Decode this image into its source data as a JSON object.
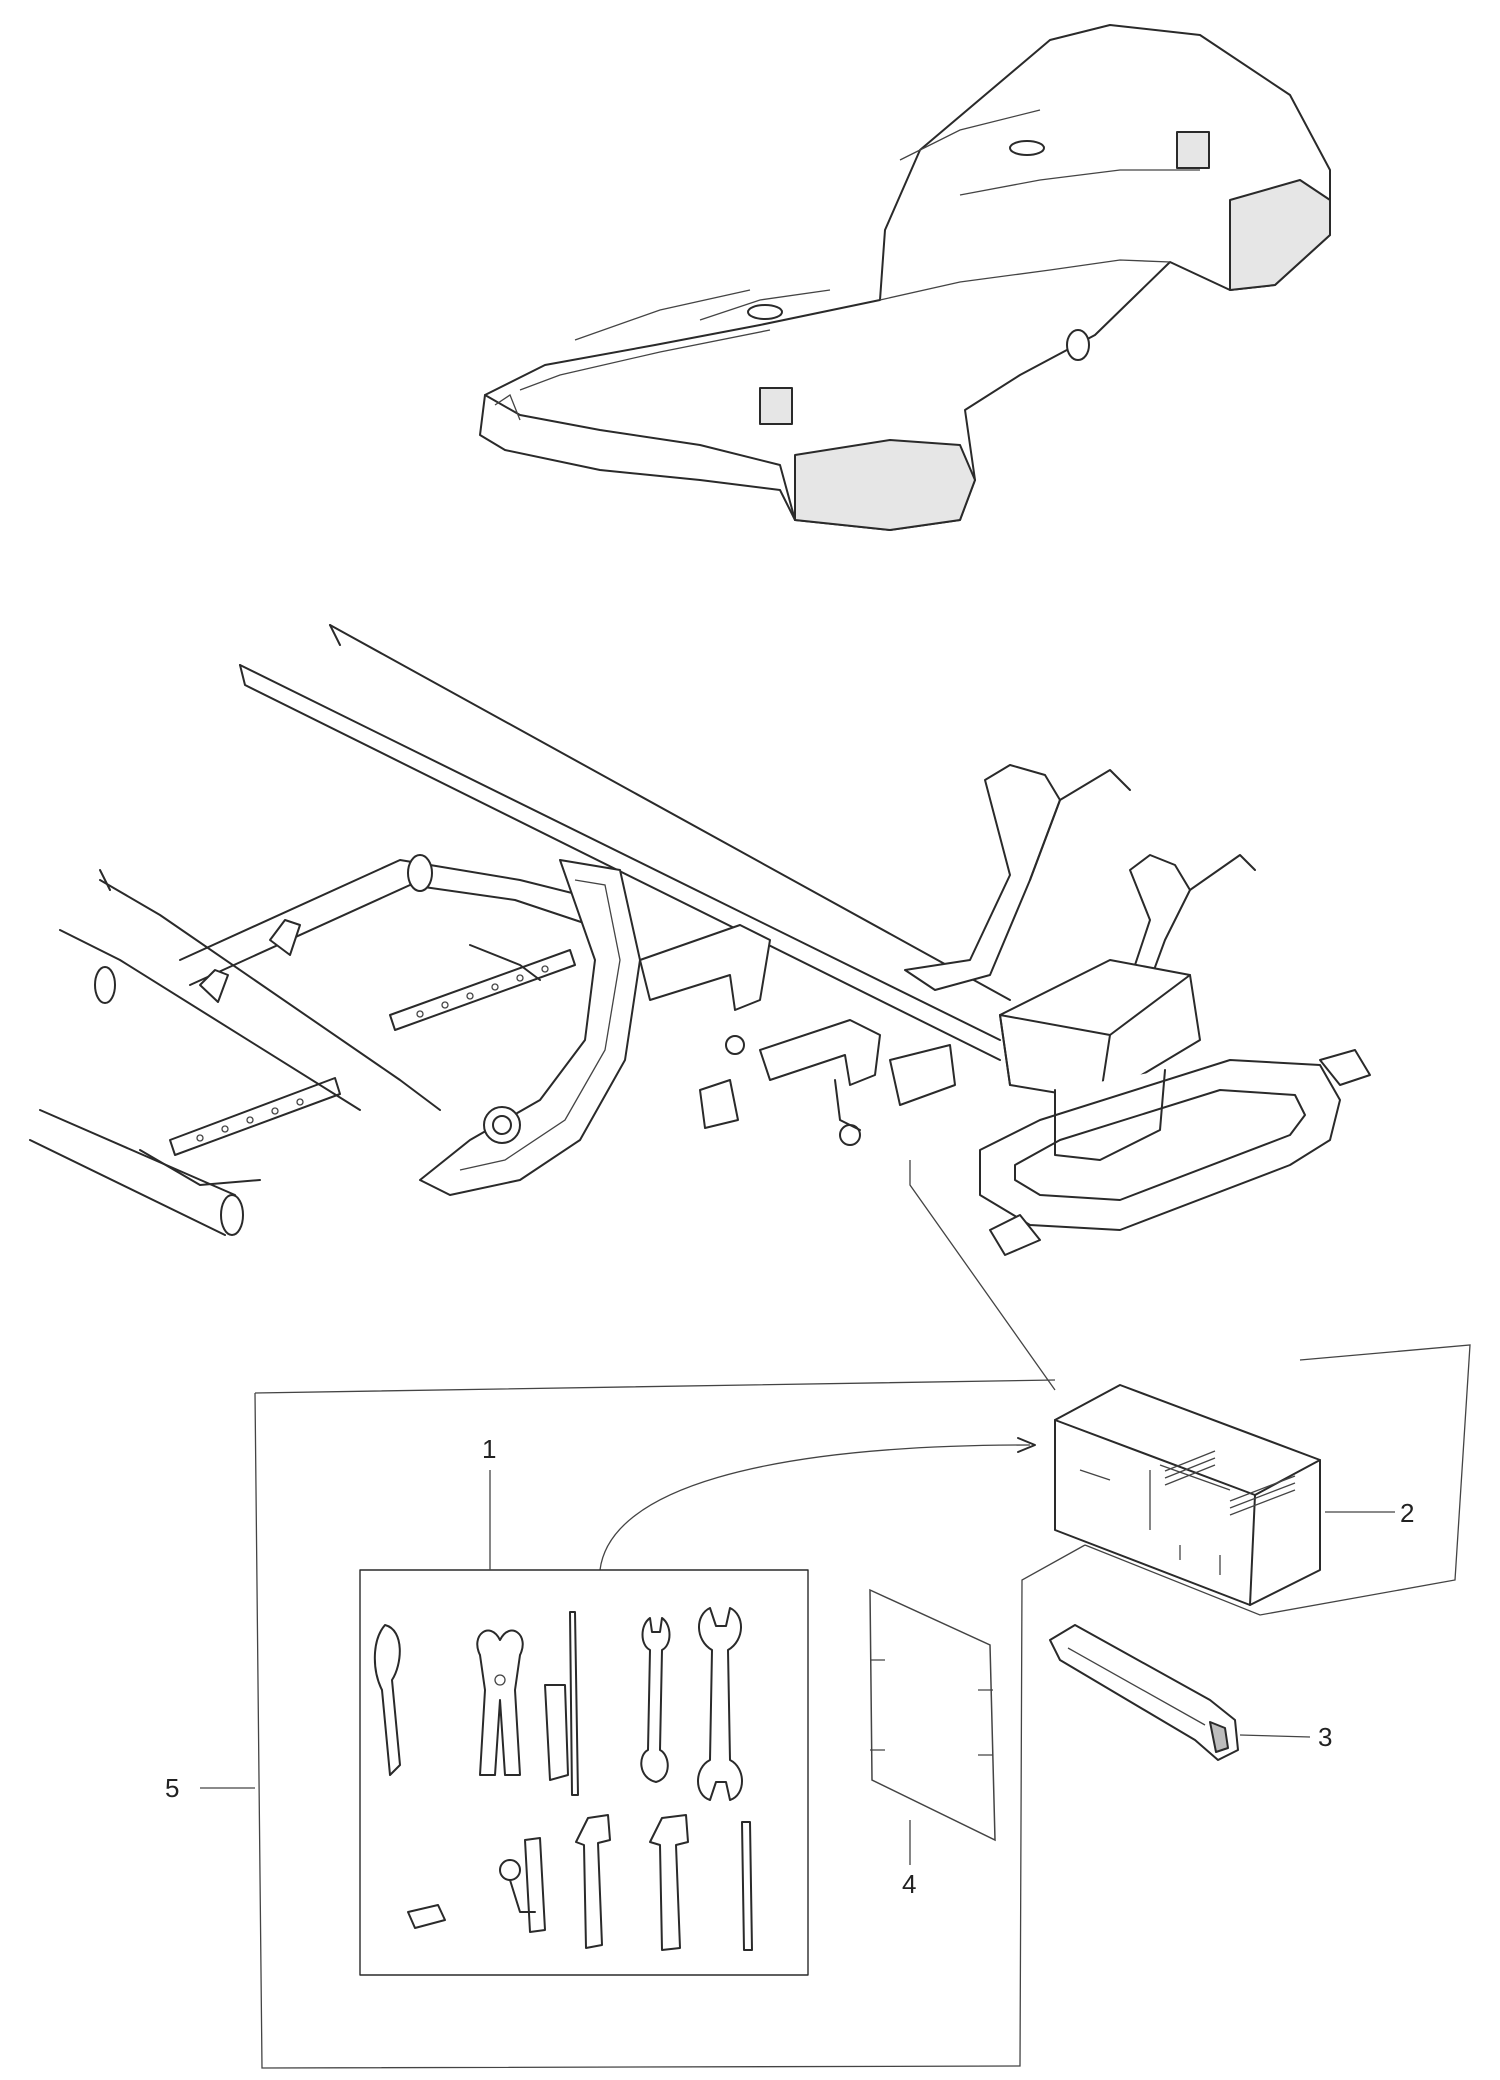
{
  "callouts": [
    {
      "id": "1",
      "label": "1"
    },
    {
      "id": "2",
      "label": "2"
    },
    {
      "id": "3",
      "label": "3"
    },
    {
      "id": "4",
      "label": "4"
    },
    {
      "id": "5",
      "label": "5"
    }
  ],
  "colors": {
    "line": "#2a2a2a",
    "shade": "#bdbdbd",
    "background": "#ffffff"
  },
  "icons": [
    "fender-icon",
    "frame-icon",
    "toolbox-icon",
    "tool-kit-icon",
    "wrench-icon",
    "manual-icon"
  ]
}
